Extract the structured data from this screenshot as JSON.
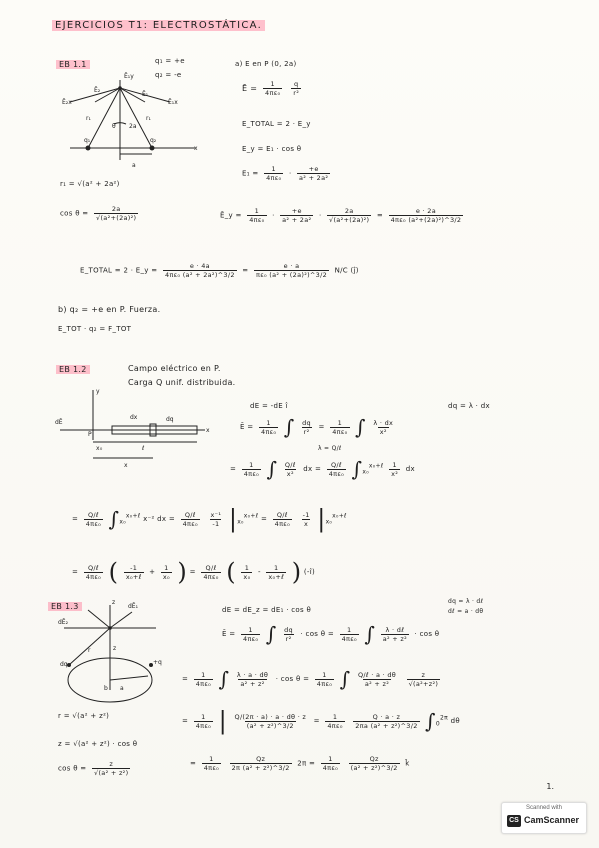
{
  "title": "EJERCICIOS T1: ELECTROSTÁTICA.",
  "ex1": {
    "label": "EB 1.1",
    "given_q1": "q₁ = +e",
    "given_q2": "q₂ = -e",
    "part_a": "a) E en P (0, 2a)",
    "r1": "r₁ = √(a² + 2a²)",
    "cos": "cos θ =",
    "E_total": "E_TOTAL = 2 · E_y",
    "Ey": "E_y = E₁ · cos θ",
    "E1": "E₁ =",
    "Etotal_final": "E_TOTAL = 2 · E_y =",
    "unit": "N/C (ĵ)",
    "part_b": "b) q₂ = +e en P. Fuerza.",
    "force": "E_TOT · q₂ = F_TOT"
  },
  "ex2": {
    "label": "EB 1.2",
    "line1": "Campo eléctrico en P.",
    "line2": "Carga Q unif. distribuida.",
    "dE": "dE = -dE î",
    "dq": "dq = λ · dx",
    "lambda": "λ = Q/ℓ",
    "xo": "x₀",
    "l": "ℓ",
    "x": "x"
  },
  "ex3": {
    "label": "EB 1.3",
    "dE": "dE = dE_z = dE₁ · cos θ",
    "dq": "dq = λ · dℓ",
    "dl": "dℓ = a · dθ",
    "r": "r = √(a² + z²)",
    "r_cos": "z = √(a² + z²) · cos θ",
    "cos": "cos θ =",
    "unit": "k̂"
  },
  "page_number": "1.",
  "scanner": {
    "caption": "Scanned with",
    "brand": "CamScanner",
    "logo": "CS"
  }
}
